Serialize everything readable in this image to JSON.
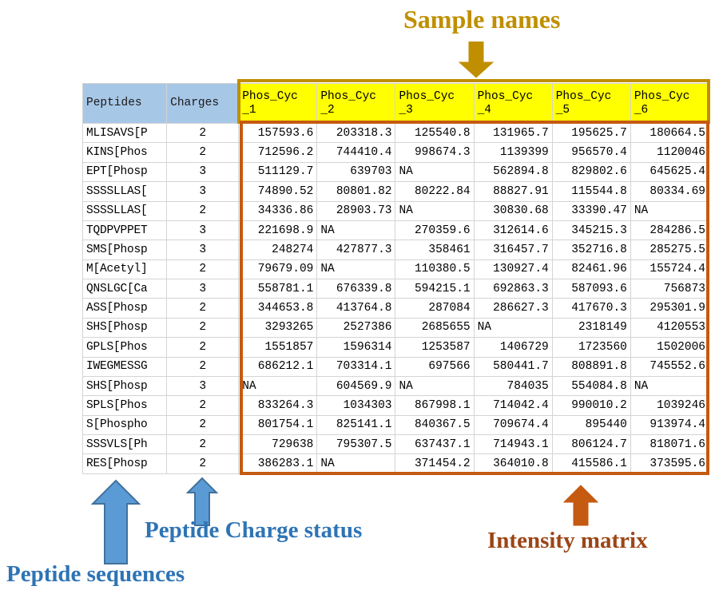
{
  "annotations": {
    "sample_names": "Sample names",
    "peptide_sequences": "Peptide sequences",
    "peptide_charge_status": "Peptide Charge status",
    "intensity_matrix": "Intensity matrix"
  },
  "colors": {
    "sample_names_label": "#bf8f00",
    "sample_names_box": "#bf8f00",
    "header_highlight": "#ffff00",
    "blue_label": "#2e74b5",
    "blue_arrow_fill": "#5b9bd5",
    "blue_arrow_stroke": "#41719c",
    "intensity_label": "#9c4516",
    "intensity_box": "#c55a11",
    "header_row_fill": "#a7c7e7",
    "grid_line": "#d4d4d4"
  },
  "table": {
    "headers": {
      "peptides": "Peptides",
      "charges": "Charges",
      "samples": [
        "Phos_Cyc_1",
        "Phos_Cyc_2",
        "Phos_Cyc_3",
        "Phos_Cyc_4",
        "Phos_Cyc_5",
        "Phos_Cyc_6"
      ]
    },
    "rows": [
      {
        "peptide": "MLISAVS[P",
        "charge": "2",
        "values": [
          "157593.6",
          "203318.3",
          "125540.8",
          "131965.7",
          "195625.7",
          "180664.5"
        ]
      },
      {
        "peptide": "KINS[Phos",
        "charge": "2",
        "values": [
          "712596.2",
          "744410.4",
          "998674.3",
          "1139399",
          "956570.4",
          "1120046"
        ]
      },
      {
        "peptide": "EPT[Phosp",
        "charge": "3",
        "values": [
          "511129.7",
          "639703",
          "NA",
          "562894.8",
          "829802.6",
          "645625.4"
        ]
      },
      {
        "peptide": "SSSSLLAS[",
        "charge": "3",
        "values": [
          "74890.52",
          "80801.82",
          "80222.84",
          "88827.91",
          "115544.8",
          "80334.69"
        ]
      },
      {
        "peptide": "SSSSLLAS[",
        "charge": "2",
        "values": [
          "34336.86",
          "28903.73",
          "NA",
          "30830.68",
          "33390.47",
          "NA"
        ]
      },
      {
        "peptide": "TQDPVPPET",
        "charge": "3",
        "values": [
          "221698.9",
          "NA",
          "270359.6",
          "312614.6",
          "345215.3",
          "284286.5"
        ]
      },
      {
        "peptide": "SMS[Phosp",
        "charge": "3",
        "values": [
          "248274",
          "427877.3",
          "358461",
          "316457.7",
          "352716.8",
          "285275.5"
        ]
      },
      {
        "peptide": "M[Acetyl]",
        "charge": "2",
        "values": [
          "79679.09",
          "NA",
          "110380.5",
          "130927.4",
          "82461.96",
          "155724.4"
        ]
      },
      {
        "peptide": "QNSLGC[Ca",
        "charge": "3",
        "values": [
          "558781.1",
          "676339.8",
          "594215.1",
          "692863.3",
          "587093.6",
          "756873"
        ]
      },
      {
        "peptide": "ASS[Phosp",
        "charge": "2",
        "values": [
          "344653.8",
          "413764.8",
          "287084",
          "286627.3",
          "417670.3",
          "295301.9"
        ]
      },
      {
        "peptide": "SHS[Phosp",
        "charge": "2",
        "values": [
          "3293265",
          "2527386",
          "2685655",
          "NA",
          "2318149",
          "4120553"
        ]
      },
      {
        "peptide": "GPLS[Phos",
        "charge": "2",
        "values": [
          "1551857",
          "1596314",
          "1253587",
          "1406729",
          "1723560",
          "1502006"
        ]
      },
      {
        "peptide": "IWEGMESSG",
        "charge": "2",
        "values": [
          "686212.1",
          "703314.1",
          "697566",
          "580441.7",
          "808891.8",
          "745552.6"
        ]
      },
      {
        "peptide": "SHS[Phosp",
        "charge": "3",
        "values": [
          "NA",
          "604569.9",
          "NA",
          "784035",
          "554084.8",
          "NA"
        ]
      },
      {
        "peptide": "SPLS[Phos",
        "charge": "2",
        "values": [
          "833264.3",
          "1034303",
          "867998.1",
          "714042.4",
          "990010.2",
          "1039246"
        ]
      },
      {
        "peptide": "S[Phospho",
        "charge": "2",
        "values": [
          "801754.1",
          "825141.1",
          "840367.5",
          "709674.4",
          "895440",
          "913974.4"
        ]
      },
      {
        "peptide": "SSSVLS[Ph",
        "charge": "2",
        "values": [
          "729638",
          "795307.5",
          "637437.1",
          "714943.1",
          "806124.7",
          "818071.6"
        ]
      },
      {
        "peptide": "RES[Phosp",
        "charge": "2",
        "values": [
          "386283.1",
          "NA",
          "371454.2",
          "364010.8",
          "415586.1",
          "373595.6"
        ]
      }
    ]
  }
}
